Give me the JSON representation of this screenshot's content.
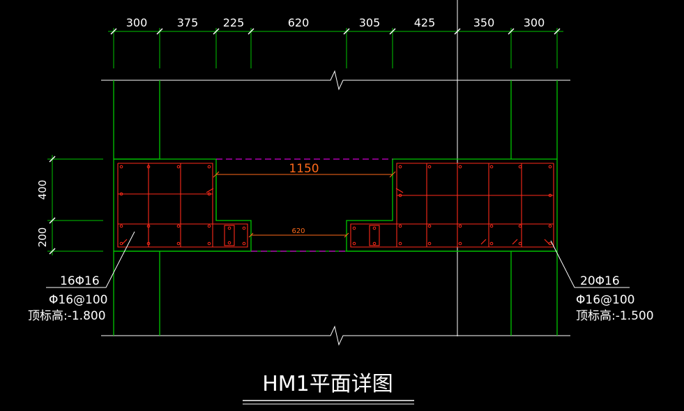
{
  "drawing": {
    "title": "HM1平面详图",
    "dimensions_top": [
      "300",
      "375",
      "225",
      "620",
      "305",
      "425",
      "350",
      "300"
    ],
    "dimensions_left": [
      "400",
      "200"
    ],
    "inner_dim_large": "1150",
    "inner_dim_small": "620",
    "left_note": {
      "bars": "16Φ16",
      "stirrup": "Φ16@100",
      "elevation": "顶标高:-1.800"
    },
    "right_note": {
      "bars": "20Φ16",
      "stirrup": "Φ16@100",
      "elevation": "顶标高:-1.500"
    },
    "colors": {
      "background": "#000000",
      "dimension_line": "#00c800",
      "outline": "#00c800",
      "rebar": "#ff2a1a",
      "hidden_line": "#d000d0",
      "dim_text_orange": "#ff6a1a",
      "text": "#ffffff"
    }
  }
}
